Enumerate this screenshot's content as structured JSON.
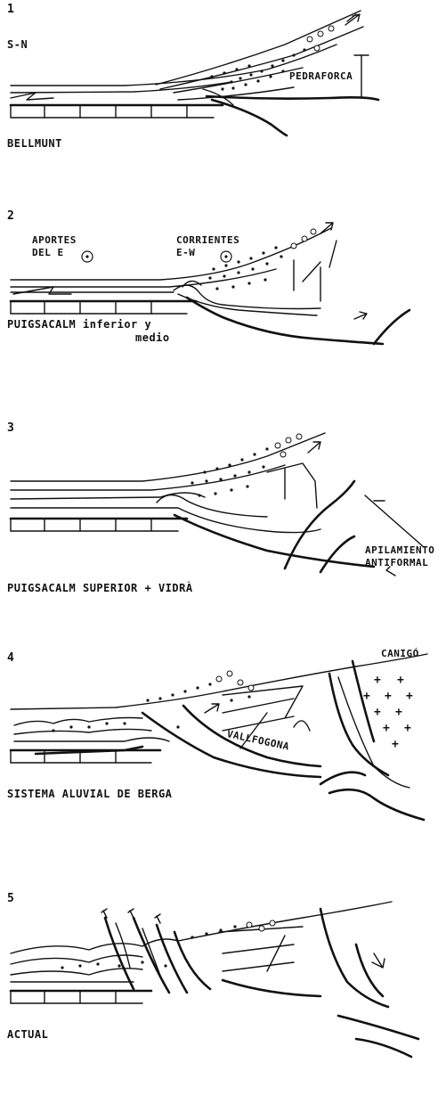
{
  "stages": [
    {
      "number": "1",
      "orientation": "S-N",
      "title": "BELLMUNT",
      "labels": {
        "pedraforca": "PEDRAFORCA"
      }
    },
    {
      "number": "2",
      "title_line1": "PUIGSACALM inferior y",
      "title_line2": "medio",
      "labels": {
        "aportes_1": "APORTES",
        "aportes_2": "DEL E",
        "corrientes_1": "CORRIENTES",
        "corrientes_2": "E-W"
      }
    },
    {
      "number": "3",
      "title": "PUIGSACALM SUPERIOR + VIDRÀ",
      "labels": {
        "apilamiento_1": "APILAMIENTO",
        "apilamiento_2": "ANTIFORMAL"
      }
    },
    {
      "number": "4",
      "title": "SISTEMA ALUVIAL DE BERGA",
      "labels": {
        "canigo": "CANIGÓ",
        "vallfogona": "VALLFOGONA"
      }
    },
    {
      "number": "5",
      "title": "ACTUAL"
    }
  ]
}
